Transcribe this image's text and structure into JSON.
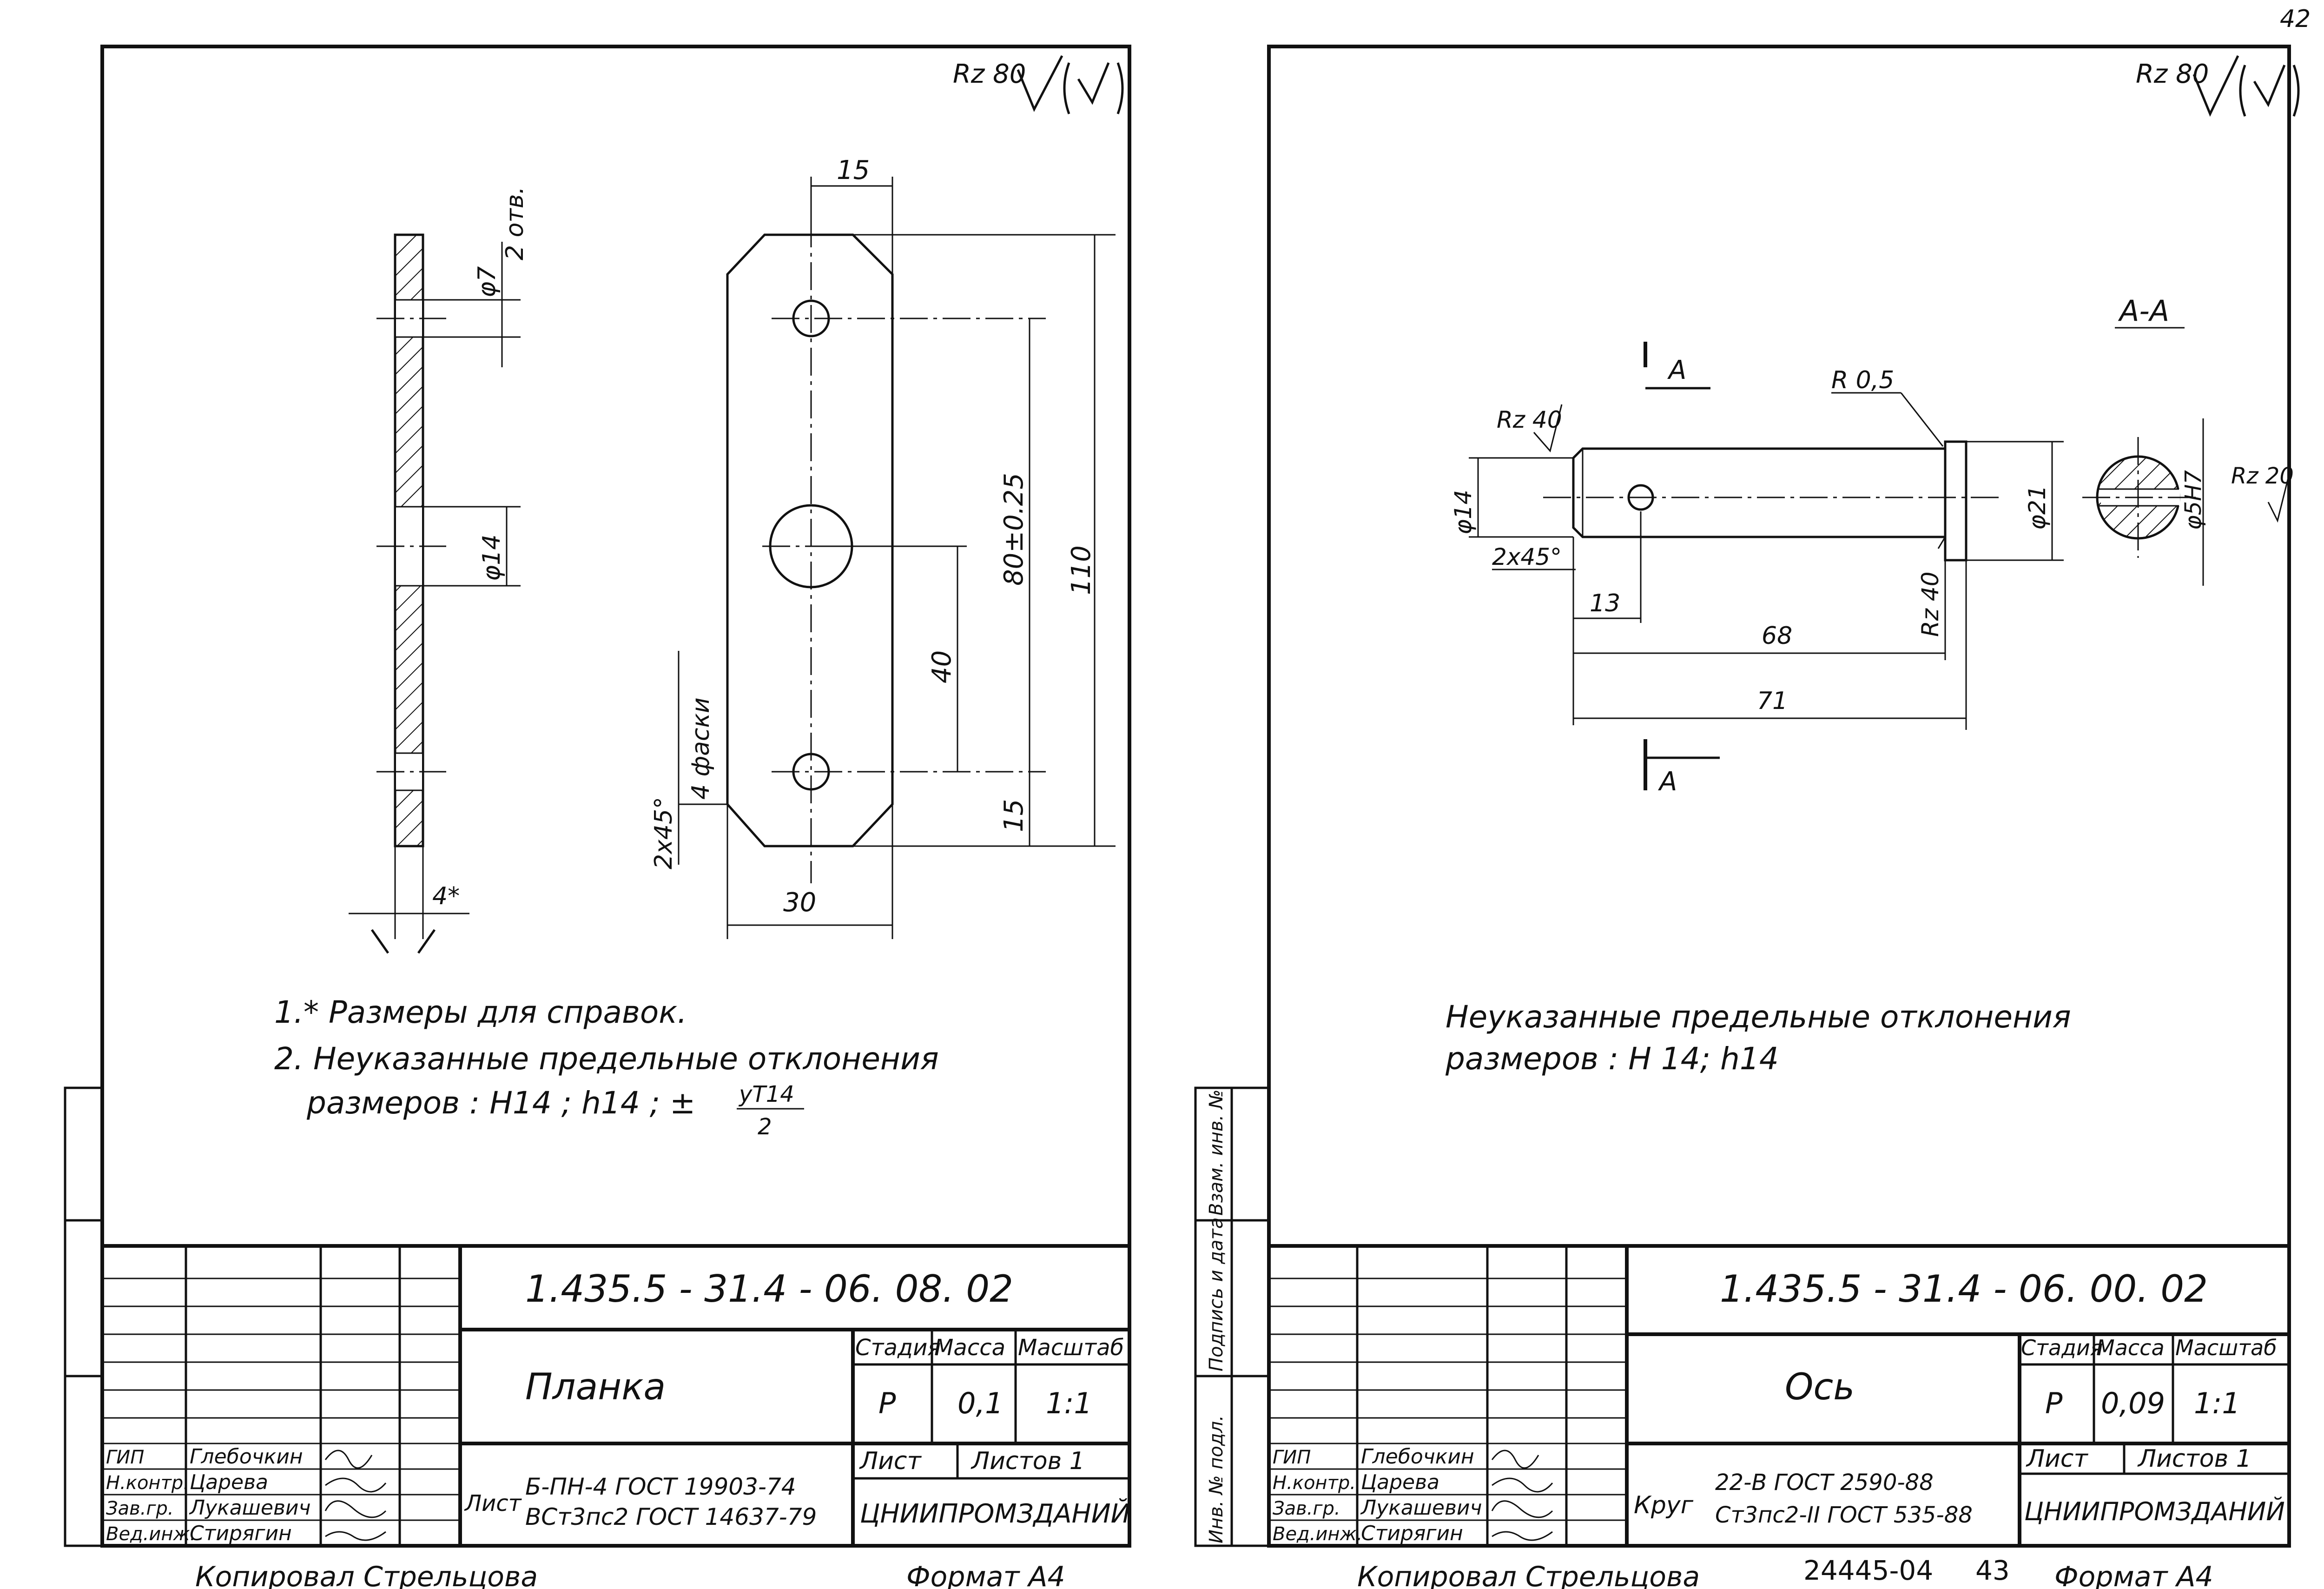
{
  "page_number": "42",
  "left_sheet": {
    "roughness_note": "Rz 80",
    "dims": {
      "d15_top": "15",
      "d7": "φ7",
      "d7_count": "2 отв.",
      "d14": "φ14",
      "d80": "80±0.25",
      "d110": "110",
      "d40": "40",
      "d15_bot": "15",
      "d30": "30",
      "chamfer": "2x45°",
      "chamfer_count": "4 фаски",
      "thickness": "4*"
    },
    "notes": [
      "1.* Размеры для справок.",
      "2. Неуказанные предельные отклонения",
      "размеров : H14 ; h14 ; ±",
      "yT14",
      "2"
    ],
    "title_block": {
      "designation": "1.435.5 - 31.4 - 06. 08. 02",
      "name": "Планка",
      "headers": [
        "Стадия",
        "Масса",
        "Масштаб"
      ],
      "values": [
        "P",
        "0,1",
        "1:1"
      ],
      "sheet_label": "Лист",
      "sheets_label": "Листов 1",
      "material_prefix": "Лист",
      "material_line1": "Б-ПН-4 ГОСТ 19903-74",
      "material_line2": "ВСт3пс2 ГОСТ 14637-79",
      "organization": "ЦНИИПРОМЗДАНИЙ",
      "roles": [
        "ГИП",
        "Н.контр.",
        "Зав.гр.",
        "Вед.инж."
      ],
      "people": [
        "Глебочкин",
        "Царева",
        "Лукашевич",
        "Стирягин"
      ],
      "copied": "Копировал Стрельцова",
      "format": "Формат А4"
    }
  },
  "right_sheet": {
    "roughness_note": "Rz 80",
    "section_label": "А-А",
    "cut_label_top": "А",
    "cut_label_bottom": "А",
    "dims": {
      "r05": "R 0,5",
      "rz40_left": "Rz 40",
      "d14": "φ14",
      "chamfer": "2x45°",
      "d13": "13",
      "rz40_right": "Rz 40",
      "d68": "68",
      "d71": "71",
      "d21": "φ21",
      "d5h7": "φ5H7",
      "rz20": "Rz 20"
    },
    "notes": [
      "Неуказанные предельные отклонения",
      "размеров : H 14; h14"
    ],
    "side_labels": [
      "Инв. № подл.",
      "Подпись и дата",
      "Взам. инв. №"
    ],
    "title_block": {
      "designation": "1.435.5 - 31.4 - 06. 00. 02",
      "name": "Ось",
      "headers": [
        "Стадия",
        "Масса",
        "Масштаб"
      ],
      "values": [
        "P",
        "0,09",
        "1:1"
      ],
      "sheet_label": "Лист",
      "sheets_label": "Листов 1",
      "material_prefix": "Круг",
      "material_line1": "22-В ГОСТ 2590-88",
      "material_line2": "Ст3пс2-II ГОСТ 535-88",
      "organization": "ЦНИИПРОМЗДАНИЙ",
      "roles": [
        "ГИП",
        "Н.контр.",
        "Зав.гр.",
        "Вед.инж."
      ],
      "people": [
        "Глебочкин",
        "Царева",
        "Лукашевич",
        "Стирягин"
      ],
      "copied": "Копировал Стрельцова",
      "format": "Формат А4"
    },
    "archive_number": "24445-04",
    "archive_page": "43"
  }
}
